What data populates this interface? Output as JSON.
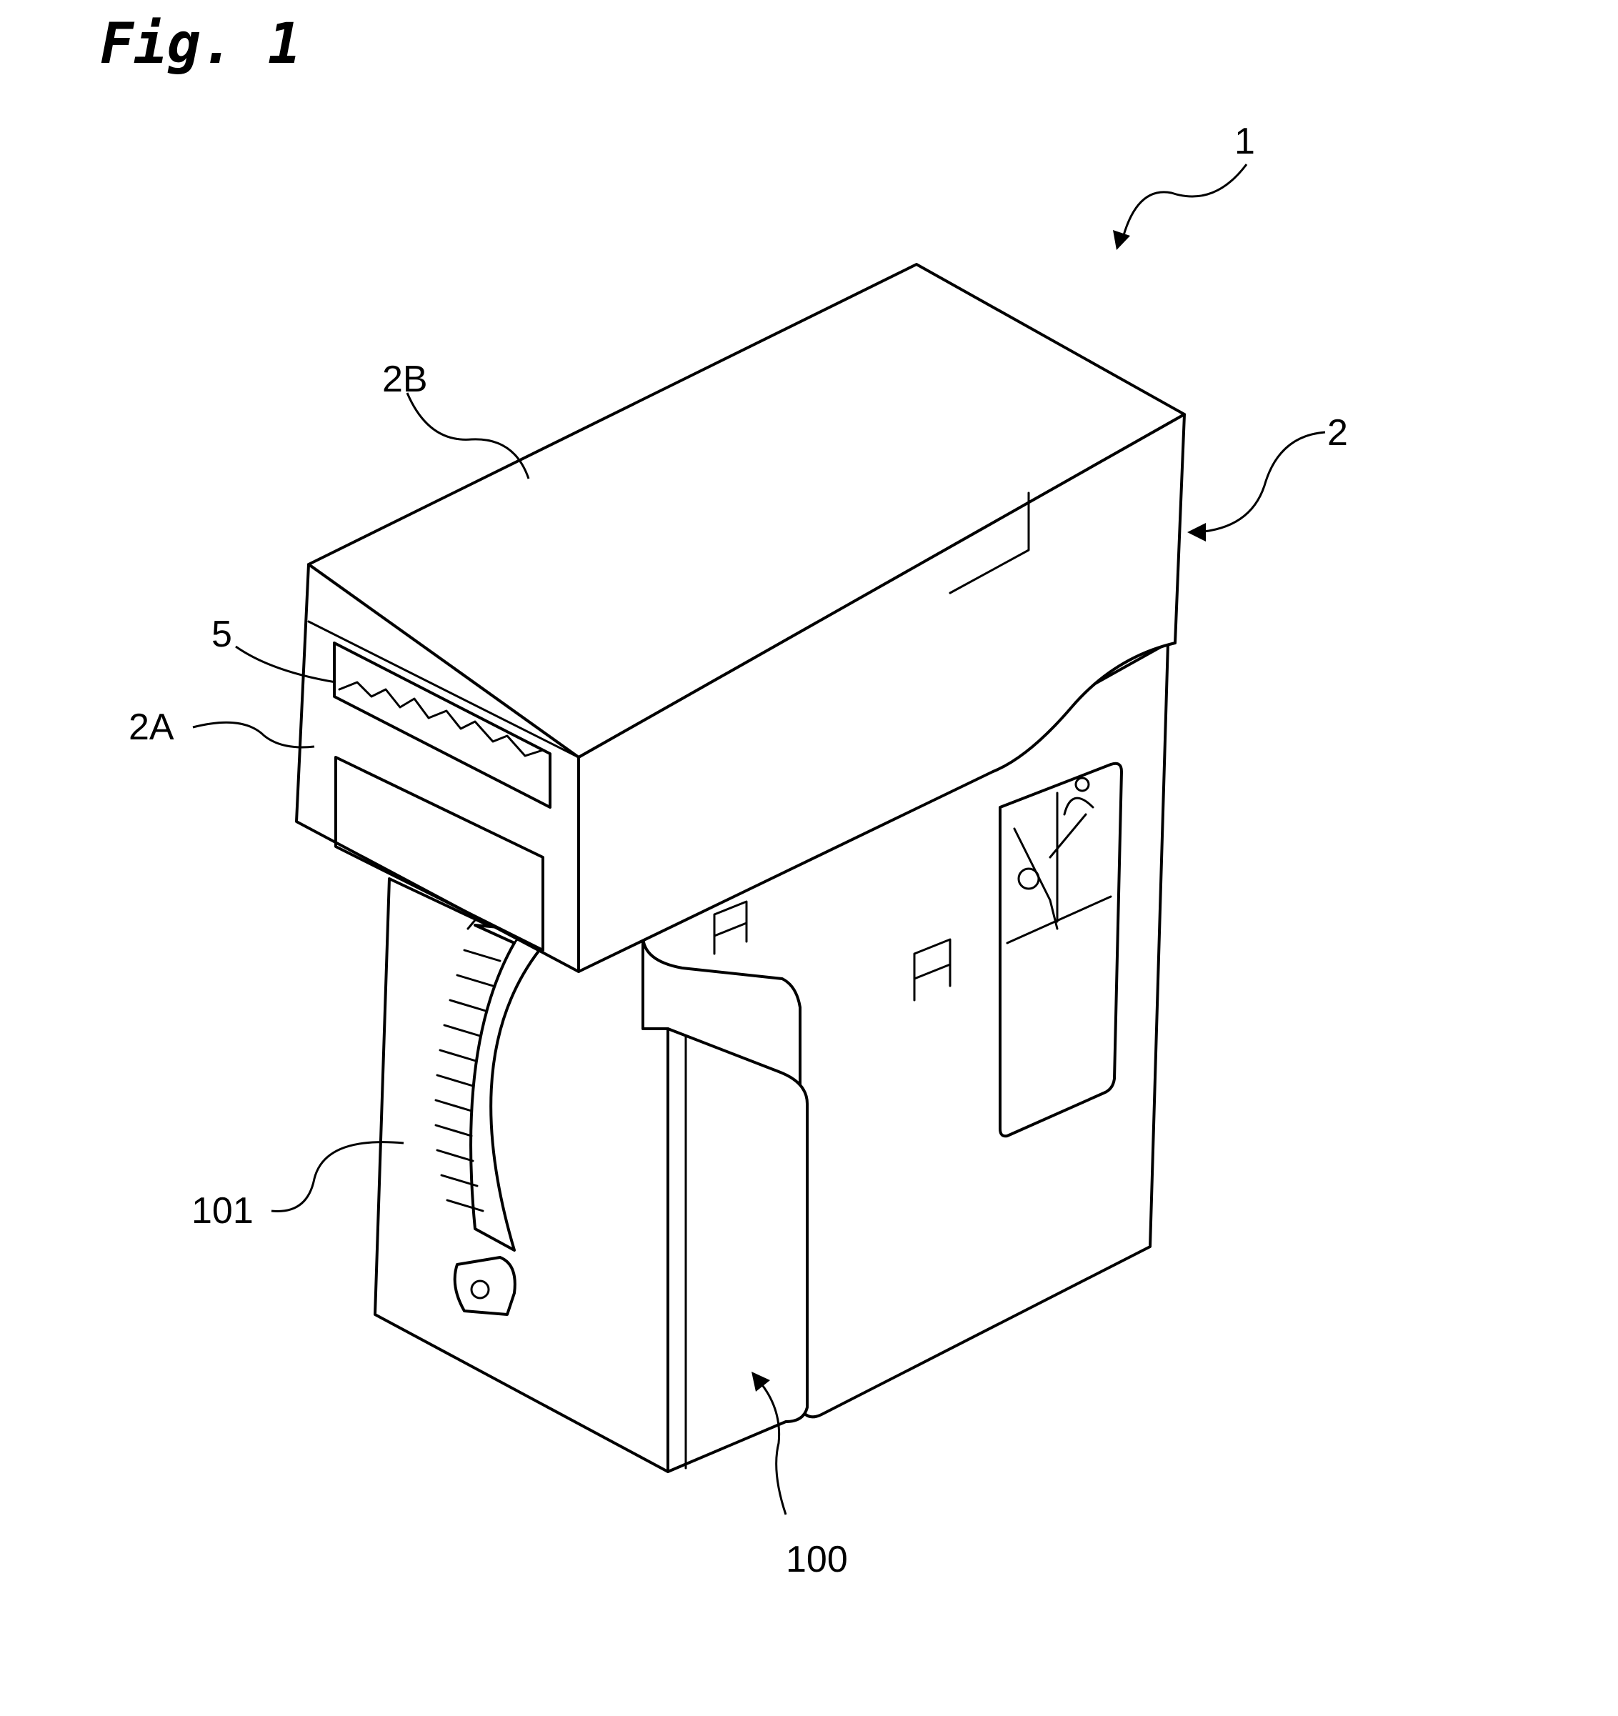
{
  "figure": {
    "title": "Fig. 1"
  },
  "labels": {
    "device": "1",
    "housing": "2",
    "top_cover": "2B",
    "front_face": "2A",
    "slot": "5",
    "cable_guide": "101",
    "unit": "100"
  }
}
